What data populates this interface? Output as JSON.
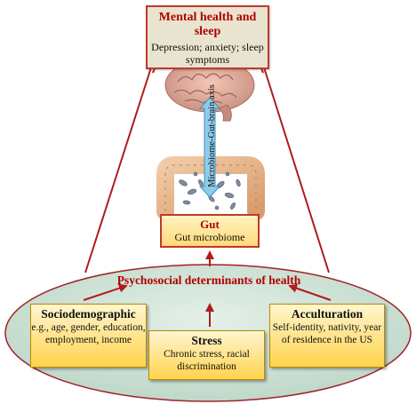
{
  "mental_health": {
    "title": "Mental health and sleep",
    "subtitle": "Depression; anxiety; sleep symptoms"
  },
  "axis_label": "Microbiome-Gut-brain axis",
  "gut": {
    "title": "Gut",
    "subtitle": "Gut microbiome"
  },
  "psychosocial": {
    "title": "Psychosocial determinants of health"
  },
  "sociodemographic": {
    "title": "Sociodemographic",
    "subtitle": "e.g., age, gender, education, employment, income"
  },
  "stress": {
    "title": "Stress",
    "subtitle": "Chronic stress, racial discrimination"
  },
  "acculturation": {
    "title": "Acculturation",
    "subtitle": "Self-identity, nativity, year of residence in the US"
  },
  "colors": {
    "arrow": "#b01c1c",
    "ellipse_fill": "#cfe3d6",
    "axis_bar": "#8ecbea"
  }
}
